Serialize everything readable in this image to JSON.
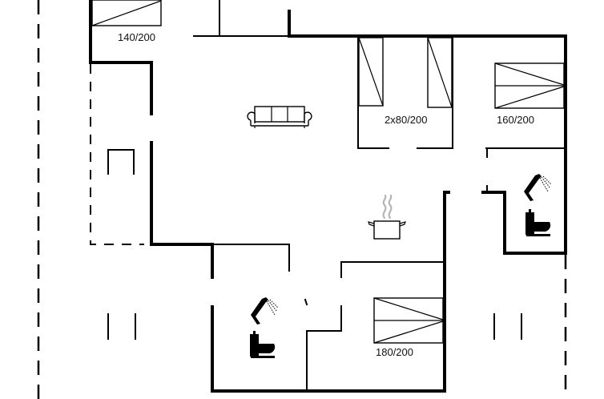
{
  "floorplan": {
    "rooms": [
      {
        "id": "bedroom-1",
        "bed_label": "140/200"
      },
      {
        "id": "bedroom-2",
        "bed_label": "2x80/200"
      },
      {
        "id": "bedroom-3",
        "bed_label": "160/200"
      },
      {
        "id": "bedroom-4",
        "bed_label": "180/200"
      },
      {
        "id": "living-room",
        "furniture": "sofa-icon"
      },
      {
        "id": "kitchen",
        "furniture": "cooking-pot-icon"
      },
      {
        "id": "bathroom-1",
        "fixtures": [
          "shower-icon",
          "toilet-icon"
        ]
      },
      {
        "id": "bathroom-2",
        "fixtures": [
          "shower-icon",
          "toilet-icon"
        ]
      }
    ],
    "colors": {
      "wall": "#000000",
      "background": "#ffffff",
      "steam": "#b5b5b5"
    }
  }
}
